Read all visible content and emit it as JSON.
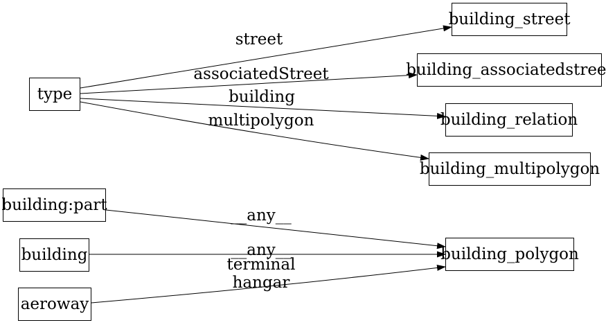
{
  "diagram": {
    "kind": "directed-graph",
    "colors": {
      "background": "#ffffff",
      "node_fill": "#ffffff",
      "stroke": "#000000",
      "text": "#000000"
    },
    "nodes": [
      {
        "id": "type",
        "label": "type"
      },
      {
        "id": "building_street",
        "label": "building_street"
      },
      {
        "id": "building_associatedstreet",
        "label": "building_associatedstreet"
      },
      {
        "id": "building_relation",
        "label": "building_relation"
      },
      {
        "id": "building_multipolygon",
        "label": "building_multipolygon"
      },
      {
        "id": "building_polygon",
        "label": "building_polygon"
      },
      {
        "id": "building:part",
        "label": "building:part"
      },
      {
        "id": "building",
        "label": "building"
      },
      {
        "id": "aeroway",
        "label": "aeroway"
      }
    ],
    "edges": [
      {
        "from": "type",
        "to": "building_street",
        "label": "street"
      },
      {
        "from": "type",
        "to": "building_associatedstreet",
        "label": "associatedStreet"
      },
      {
        "from": "type",
        "to": "building_relation",
        "label": "building"
      },
      {
        "from": "type",
        "to": "building_multipolygon",
        "label": "multipolygon"
      },
      {
        "from": "building:part",
        "to": "building_polygon",
        "label": "__any__"
      },
      {
        "from": "building",
        "to": "building_polygon",
        "label": "__any__"
      },
      {
        "from": "aeroway",
        "to": "building_polygon",
        "label": "terminal\nhangar"
      }
    ]
  }
}
